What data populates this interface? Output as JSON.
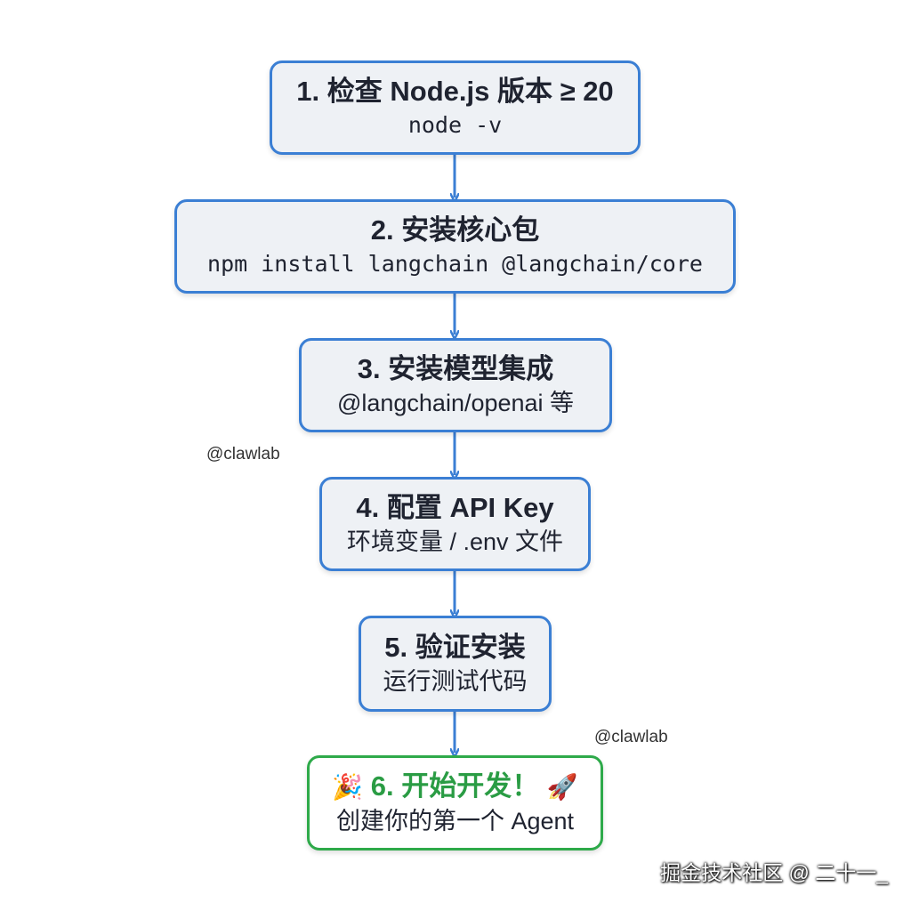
{
  "steps": [
    {
      "title": "1. 检查 Node.js 版本 ≥ 20",
      "sub": "node -v"
    },
    {
      "title": "2. 安装核心包",
      "sub": "npm install langchain @langchain/core"
    },
    {
      "title": "3. 安装模型集成",
      "sub": "@langchain/openai 等"
    },
    {
      "title": "4. 配置 API Key",
      "sub": "环境变量 / .env 文件"
    },
    {
      "title": "5. 验证安装",
      "sub": "运行测试代码"
    },
    {
      "title": "6. 开始开发！",
      "sub": "创建你的第一个 Agent",
      "emoji_left": "🎉",
      "emoji_right": "🚀"
    }
  ],
  "watermarks": [
    "@clawlab",
    "@clawlab"
  ],
  "footer": "掘金技术社区 @ 二十一_",
  "colors": {
    "box_border": "#3b7fd4",
    "box_fill": "#eef1f5",
    "final_border": "#2eaa4a",
    "final_title": "#2a9c44",
    "arrow": "#3b7fd4"
  }
}
